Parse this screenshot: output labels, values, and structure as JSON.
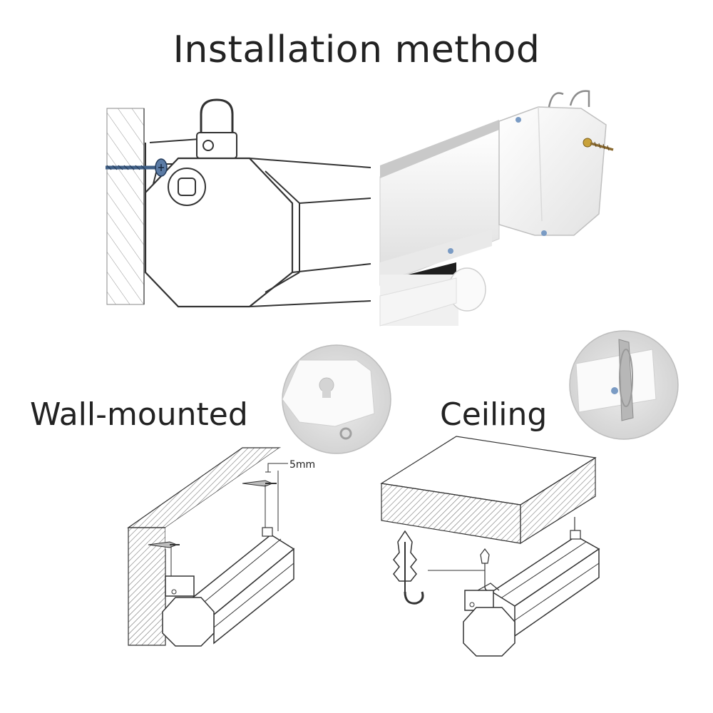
{
  "title": "Installation method",
  "sections": {
    "wall": {
      "label": "Wall-mounted",
      "dimension": "5mm"
    },
    "ceiling": {
      "label": "Ceiling"
    }
  },
  "colors": {
    "text": "#222222",
    "line": "#2a2a2a",
    "screen_white": "#f4f4f4",
    "hatch": "#6a6a6a",
    "screw_blue": "#3f5f86"
  }
}
